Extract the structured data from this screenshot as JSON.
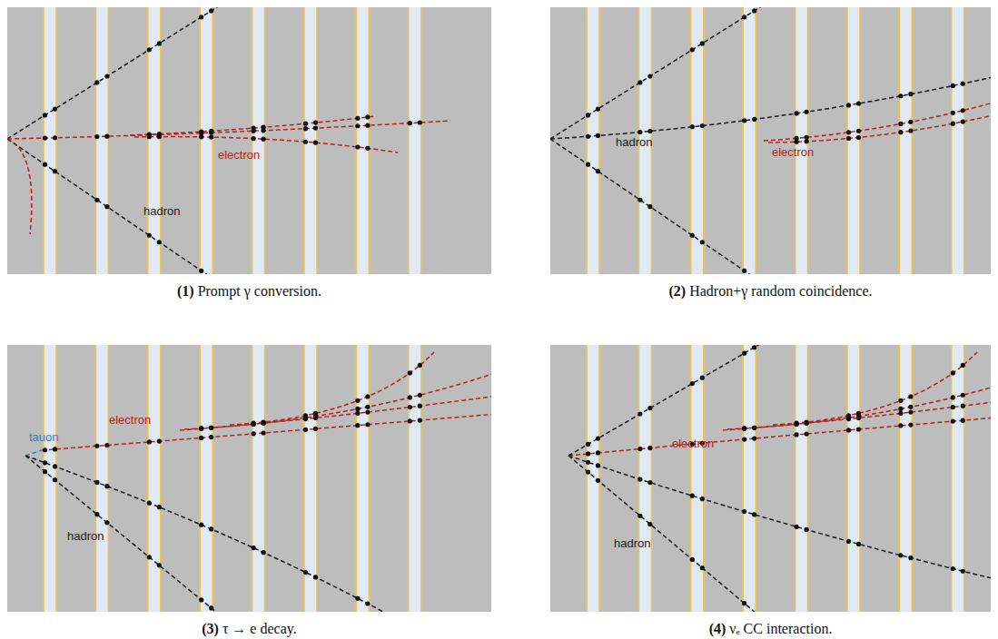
{
  "diagram": {
    "nodes": [
      {
        "text": [
          "electron",
          "hadron",
          "(1) Prompt γ conversion."
        ]
      },
      {
        "text": [
          "hadron",
          "electron",
          "(2) Hadron+γ random coincidence."
        ]
      },
      {
        "text": [
          "tauon",
          "electron",
          "hadron",
          "(3) τ → e decay."
        ]
      },
      {
        "text": [
          "electron",
          "hadron",
          "(4) νₑ CC interaction."
        ]
      }
    ]
  }
}
